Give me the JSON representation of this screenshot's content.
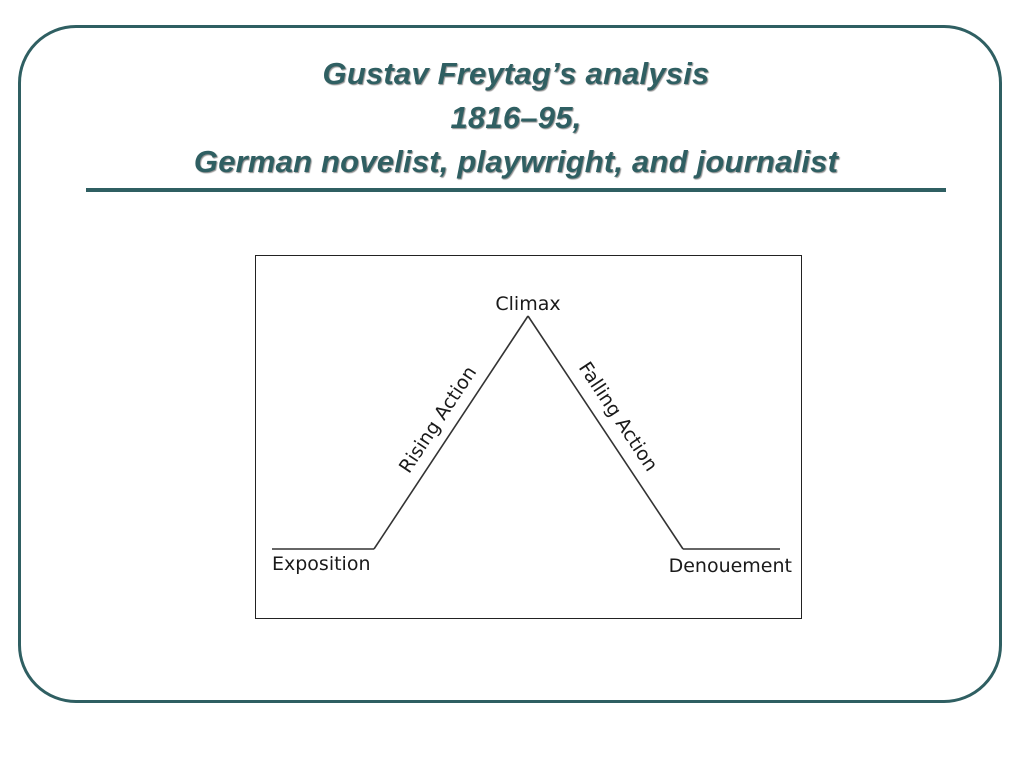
{
  "slide": {
    "title_lines": [
      "Gustav Freytag’s analysis",
      "1816–95,",
      "German novelist, playwright, and journalist"
    ],
    "accent_color": "#2f5f62"
  },
  "diagram": {
    "type": "freytag-pyramid",
    "labels": {
      "climax": "Climax",
      "rising": "Rising Action",
      "falling": "Falling Action",
      "exposition": "Exposition",
      "denouement": "Denouement"
    }
  }
}
